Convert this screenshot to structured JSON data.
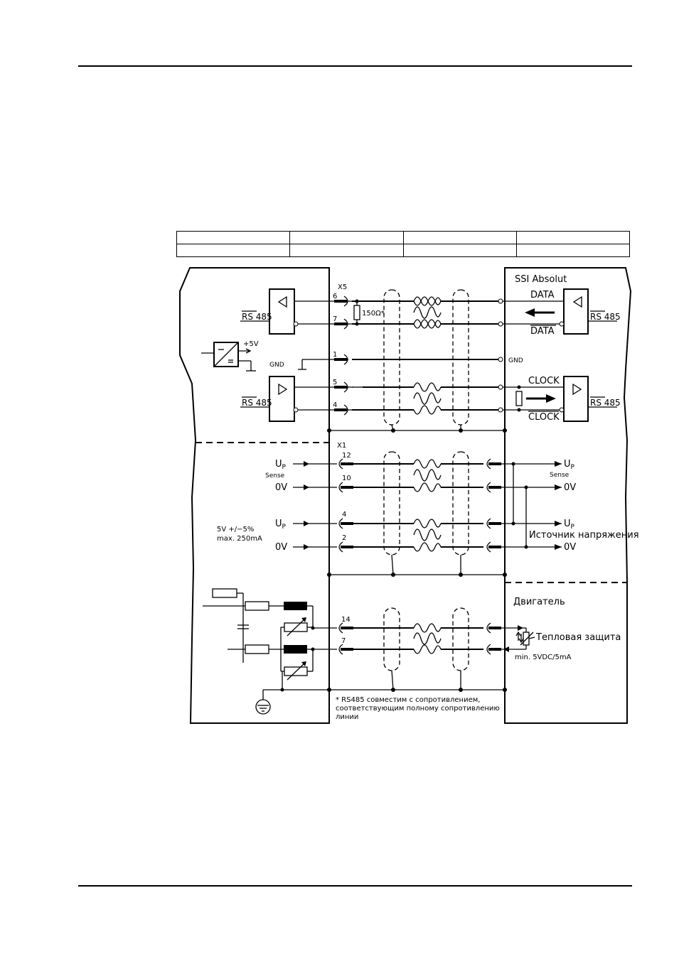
{
  "header_table": {
    "rows": [
      [
        "",
        "",
        "",
        ""
      ],
      [
        "",
        "",
        "",
        ""
      ]
    ]
  },
  "diagram": {
    "left_panel": {
      "rs485_top": "RS 485",
      "rs485_bottom": "RS 485",
      "plus5v": "+5V",
      "gnd": "GND",
      "up_sense_label": "U",
      "up_sub": "P",
      "sense": "Sense",
      "zero_v": "0V",
      "supply_spec_line1": "5V +/−5%",
      "supply_spec_line2": "max. 250mA"
    },
    "connectors": {
      "x5": "X5",
      "x1": "X1",
      "pins": [
        "6",
        "7",
        "1",
        "5",
        "4",
        "12",
        "10",
        "4",
        "2",
        "14",
        "7"
      ],
      "resistor_value": "150Ω*"
    },
    "right_panel": {
      "title": "SSI Absolut",
      "data": "DATA",
      "data_bar": "DATA",
      "gnd": "GND",
      "clock": "CLOCK",
      "clock_bar": "CLOCK",
      "rs485_top": "RS 485",
      "rs485_bottom": "RS 485",
      "up_label": "U",
      "up_sub": "P",
      "sense": "Sense",
      "zero_v": "0V",
      "supply_source": "Источник напряжения",
      "motor": "Двигатель",
      "thermal": "Тепловая защита",
      "thermal_spec": "min. 5VDC/5mA"
    },
    "footnote": [
      "* RS485 совместим с сопротивлением,",
      "соответствующим полному сопротивлению",
      "линии"
    ]
  }
}
